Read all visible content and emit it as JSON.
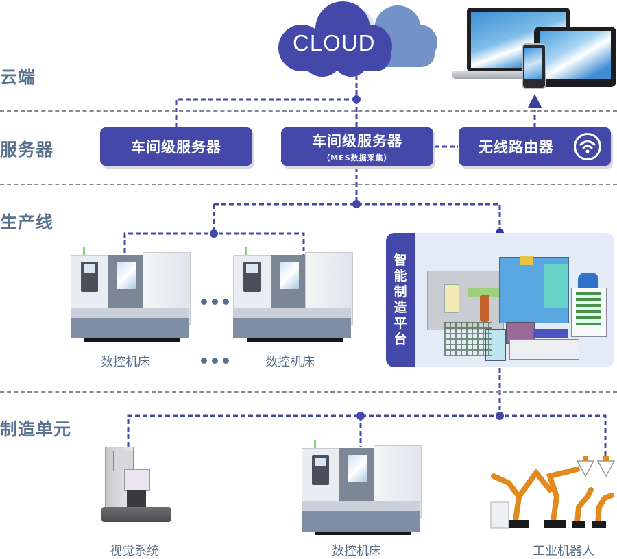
{
  "layers": [
    {
      "id": "cloud",
      "label": "云端"
    },
    {
      "id": "server",
      "label": "服务器"
    },
    {
      "id": "line",
      "label": "生产线"
    },
    {
      "id": "cell",
      "label": "制造单元"
    }
  ],
  "cloud": {
    "label": "CLOUD",
    "icon": "cloud-icon"
  },
  "devices": {
    "icon": "laptop-tablet-phone-icon"
  },
  "servers": [
    {
      "title": "车间级服务器",
      "subtitle": ""
    },
    {
      "title": "车间级服务器",
      "subtitle": "（MES数据采集）"
    },
    {
      "title": "无线路由器",
      "subtitle": "",
      "icon": "wifi-icon"
    }
  ],
  "production_line": {
    "machines": [
      {
        "label": "数控机床",
        "icon": "cnc-lathe-icon"
      },
      {
        "label": "数控机床",
        "icon": "cnc-lathe-icon"
      }
    ],
    "ellipsis": "•••",
    "platform": {
      "label": "智能制造平台",
      "chars": [
        "智",
        "能",
        "制",
        "造",
        "平",
        "台"
      ],
      "icon": "smart-factory-icon"
    }
  },
  "manufacturing_cell": {
    "units": [
      {
        "label": "视觉系统",
        "icon": "vision-system-icon"
      },
      {
        "label": "数控机床",
        "icon": "cnc-lathe-icon"
      },
      {
        "label": "工业机器人",
        "icon": "industrial-robot-icon"
      }
    ]
  },
  "colors": {
    "primary": "#4448a8",
    "cloud_secondary": "#7292c8",
    "label": "#5a738e",
    "caption": "#5a6f87",
    "separator": "#7f8a94",
    "platform_bg": "#e3ecf6"
  }
}
